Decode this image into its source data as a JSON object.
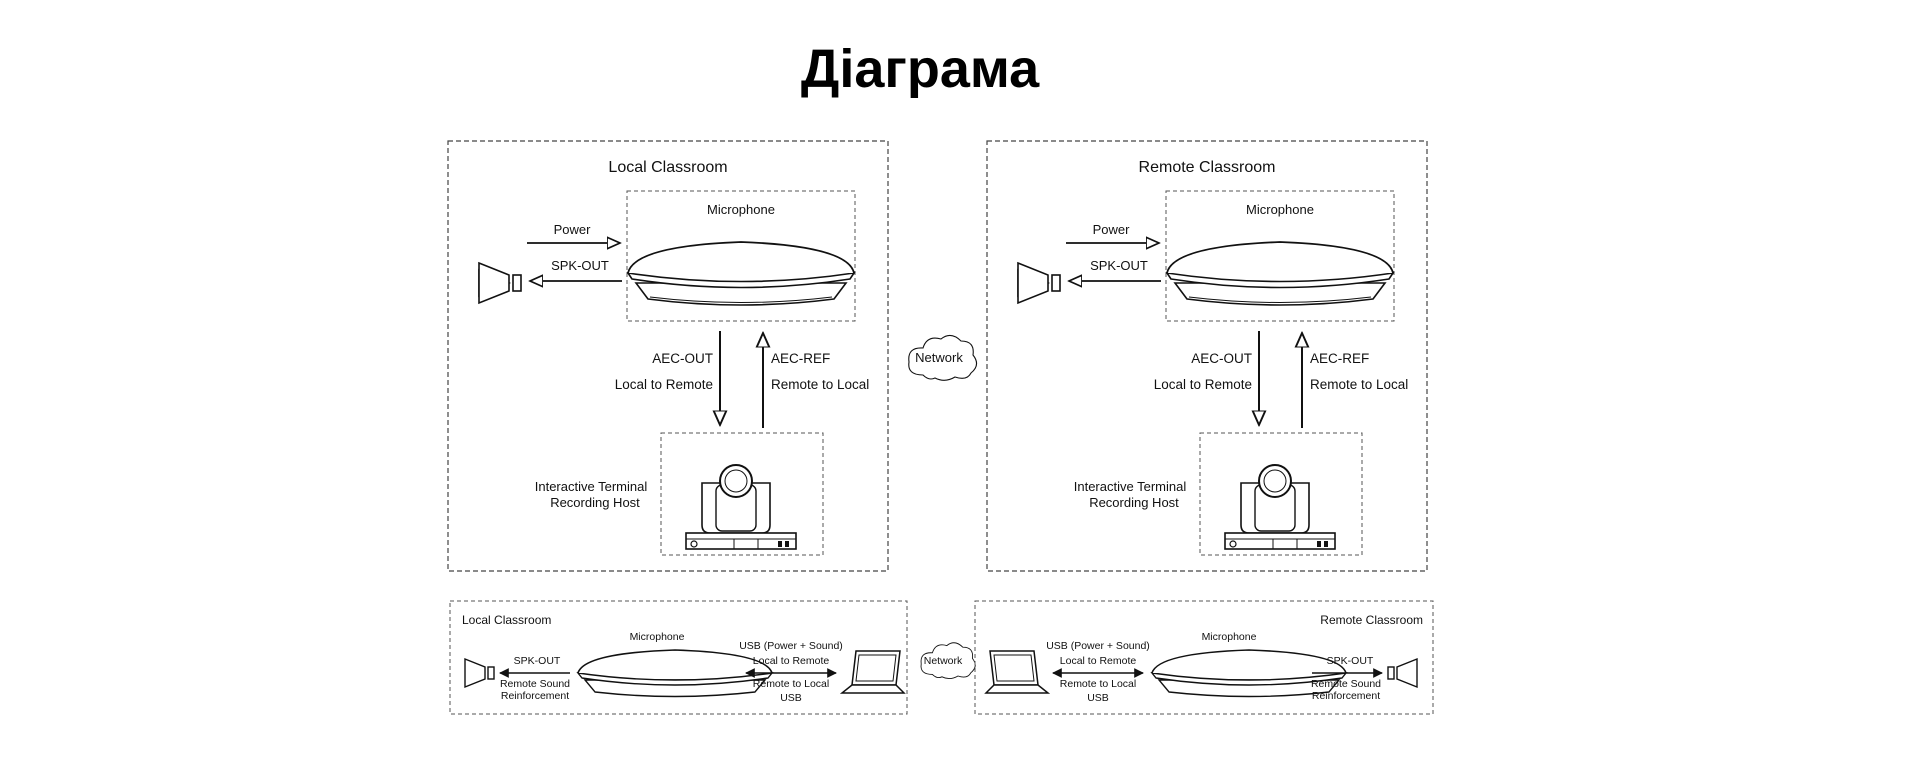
{
  "page": {
    "title": "Діаграма"
  },
  "top_diagram": {
    "local": {
      "room_label": "Local Classroom",
      "microphone_label": "Microphone",
      "power_label": "Power",
      "spk_out_label": "SPK-OUT",
      "aec_out_label": "AEC-OUT",
      "local_to_remote_label": "Local to Remote",
      "aec_ref_label": "AEC-REF",
      "remote_to_local_label": "Remote to Local",
      "host_label_line1": "Interactive Terminal",
      "host_label_line2": "Recording Host"
    },
    "network_label": "Network",
    "remote": {
      "room_label": "Remote Classroom",
      "microphone_label": "Microphone",
      "power_label": "Power",
      "spk_out_label": "SPK-OUT",
      "aec_out_label": "AEC-OUT",
      "local_to_remote_label": "Local to Remote",
      "aec_ref_label": "AEC-REF",
      "remote_to_local_label": "Remote to Local",
      "host_label_line1": "Interactive Terminal",
      "host_label_line2": "Recording Host"
    }
  },
  "bottom_diagram": {
    "local": {
      "room_label": "Local Classroom",
      "microphone_label": "Microphone",
      "spk_out_label": "SPK-OUT",
      "reinforcement_line1": "Remote Sound",
      "reinforcement_line2": "Reinforcement",
      "usb_power_sound_label": "USB (Power + Sound)",
      "local_to_remote_label": "Local to Remote",
      "remote_to_local_label": "Remote to Local",
      "usb_label": "USB"
    },
    "network_label": "Network",
    "remote": {
      "room_label": "Remote Classroom",
      "microphone_label": "Microphone",
      "spk_out_label": "SPK-OUT",
      "reinforcement_line1": "Remote Sound",
      "reinforcement_line2": "Reinforcement",
      "usb_power_sound_label": "USB (Power + Sound)",
      "local_to_remote_label": "Local to Remote",
      "remote_to_local_label": "Remote to Local",
      "usb_label": "USB"
    }
  }
}
